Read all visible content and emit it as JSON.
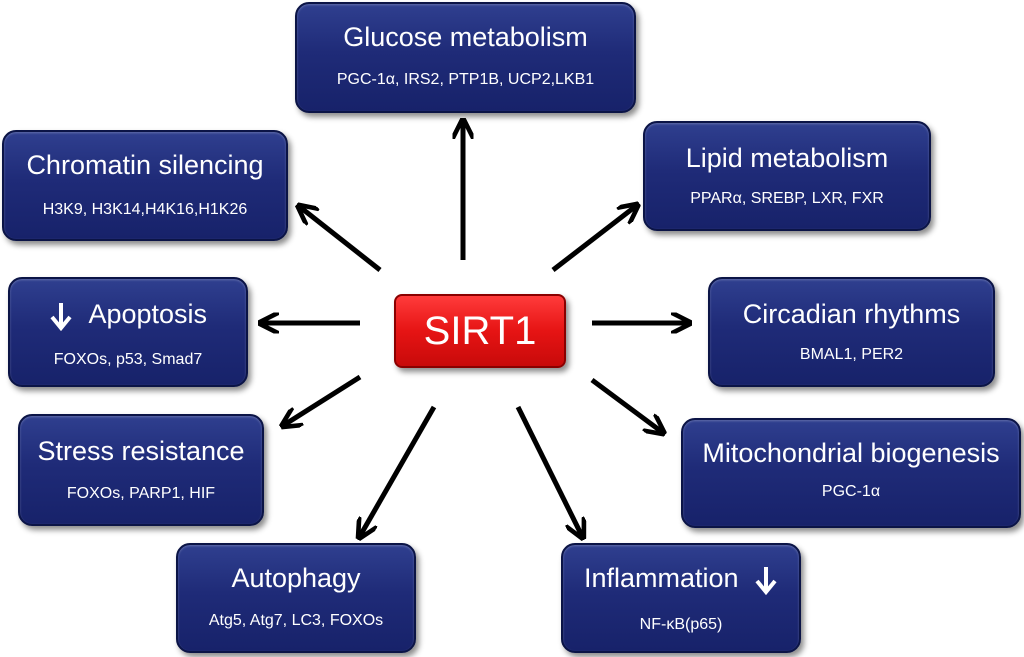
{
  "center": {
    "label": "SIRT1",
    "color": "#e61414"
  },
  "accent_colors": {
    "box_fill": "#1f2b78",
    "arrow": "#000000"
  },
  "nodes": {
    "glucose": {
      "title": "Glucose metabolism",
      "items": "PGC-1α, IRS2, PTP1B, UCP2,LKB1"
    },
    "lipid": {
      "title": "Lipid metabolism",
      "items": "PPARα, SREBP, LXR, FXR"
    },
    "circadian": {
      "title": "Circadian rhythms",
      "items": "BMAL1, PER2"
    },
    "mitochondrial": {
      "title": "Mitochondrial biogenesis",
      "items": "PGC-1α"
    },
    "inflammation": {
      "title": "Inflammation",
      "items": "NF-κB(p65)",
      "indicator": "down-arrow-icon"
    },
    "autophagy": {
      "title": "Autophagy",
      "items": "Atg5, Atg7, LC3, FOXOs"
    },
    "stress": {
      "title": "Stress resistance",
      "items": "FOXOs, PARP1, HIF"
    },
    "apoptosis": {
      "title": "Apoptosis",
      "items": "FOXOs, p53, Smad7",
      "indicator": "down-arrow-icon"
    },
    "chromatin": {
      "title": "Chromatin silencing",
      "items": "H3K9, H3K14,H4K16,H1K26"
    }
  }
}
